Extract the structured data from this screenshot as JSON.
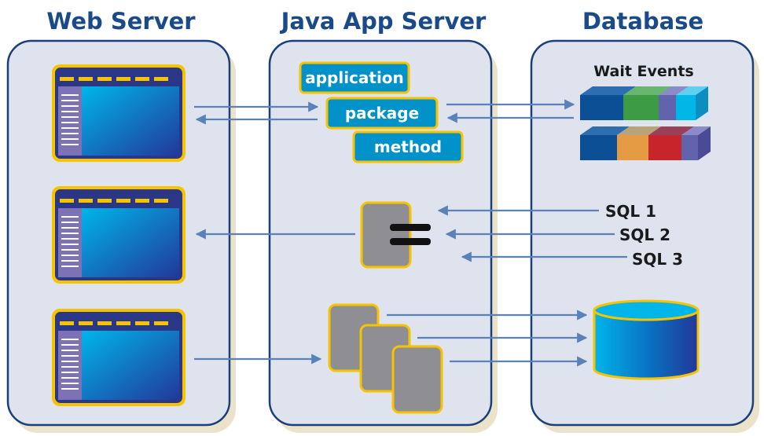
{
  "columns": {
    "web_server": "Web Server",
    "java_app_server": "Java App Server",
    "database": "Database"
  },
  "instrumentation": {
    "application": "application",
    "package": "package",
    "method": "method"
  },
  "wait_events": {
    "title": "Wait Events"
  },
  "sql": [
    "SQL 1",
    "SQL 2",
    "SQL 3"
  ],
  "colors": {
    "title": "#1b4a8a",
    "panel_fill": "#dfe3ee",
    "panel_stroke": "#1b3f7a",
    "shadow": "#ebe3c9",
    "arrow": "#5b82b8",
    "chip_fill": "#0092c8",
    "chip_border": "#f5c300",
    "gray_block": "#8f8f93",
    "bar_colors_row1": [
      "#0d4f94",
      "#3d9a45",
      "#6263ad",
      "#00b7e8"
    ],
    "bar_colors_row2": [
      "#0d4f94",
      "#e59b43",
      "#c7252b",
      "#6263ad"
    ]
  }
}
